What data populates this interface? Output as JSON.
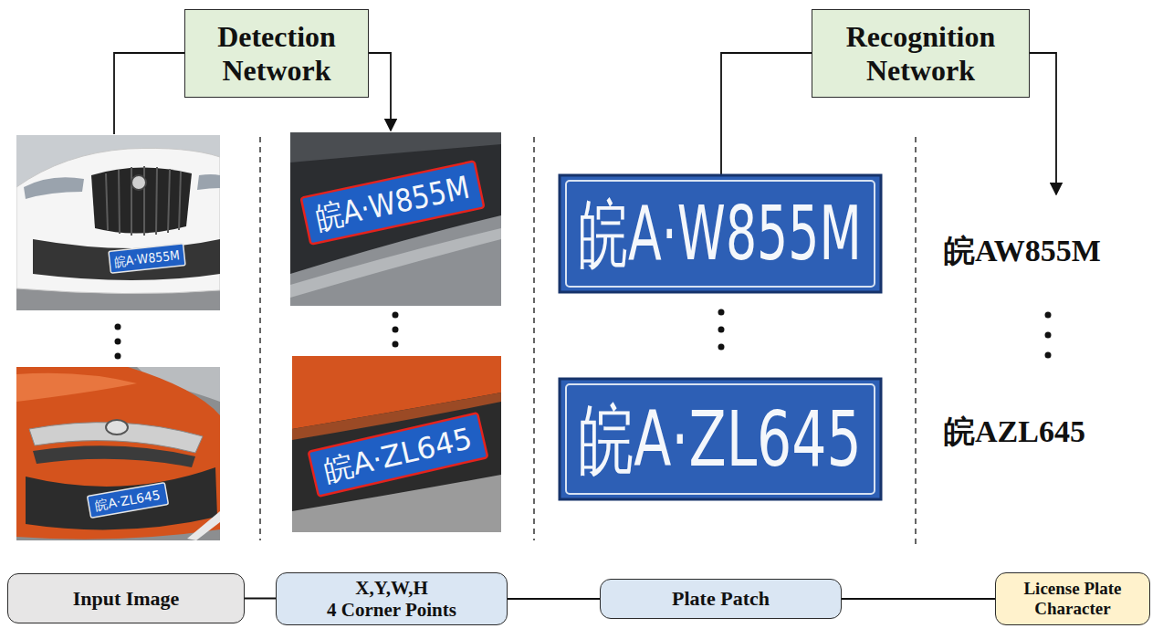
{
  "diagram": {
    "nodes": [
      {
        "text": [
          "Detection Network"
        ]
      },
      {
        "text": [
          "Recognition Network"
        ]
      },
      {
        "text": [
          "Input Image"
        ]
      },
      {
        "text": [
          "X,Y,W,H",
          "4 Corner Points"
        ]
      },
      {
        "text": [
          "Plate Patch"
        ]
      },
      {
        "text": [
          "License Plate Character"
        ]
      }
    ],
    "edges": [
      {
        "from": 2,
        "to": 3,
        "arrow": "none"
      },
      {
        "from": 3,
        "to": 4,
        "arrow": "none"
      },
      {
        "from": 4,
        "to": 5,
        "arrow": "none"
      }
    ],
    "labels": [
      "皖A·W855M",
      "皖A·W855M",
      "皖A·W855M",
      "皖AW855M",
      "皖A·ZL645",
      "皖A·ZL645",
      "皖A·ZL645",
      "皖AZL645"
    ]
  }
}
